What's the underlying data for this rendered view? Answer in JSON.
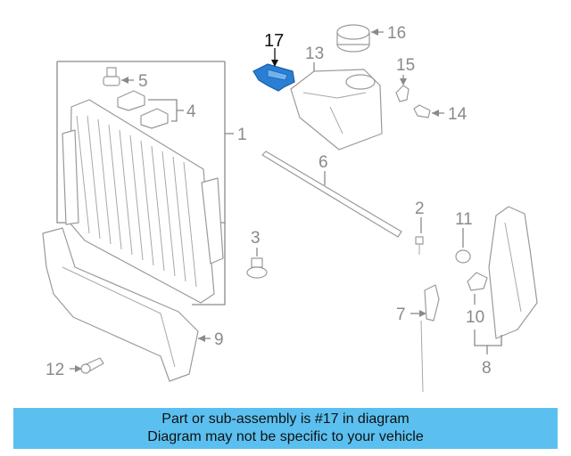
{
  "diagram": {
    "callouts": {
      "c1": "1",
      "c2": "2",
      "c3": "3",
      "c4": "4",
      "c5": "5",
      "c6": "6",
      "c7": "7",
      "c8": "8",
      "c9": "9",
      "c10": "10",
      "c11": "11",
      "c12": "12",
      "c13": "13",
      "c14": "14",
      "c15": "15",
      "c16": "16",
      "c17": "17"
    },
    "highlight_part": "17",
    "highlight_color": "#2a7fd4",
    "line_color": "#9a9a9a"
  },
  "banner": {
    "line1": "Part or sub-assembly is #17 in diagram",
    "line2": "Diagram may not be specific to your vehicle",
    "background": "#5bc0f0"
  }
}
